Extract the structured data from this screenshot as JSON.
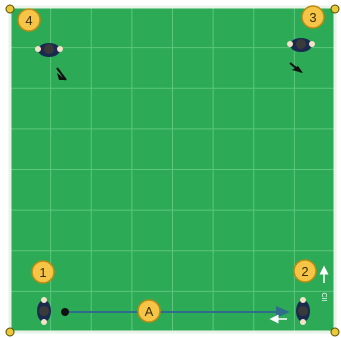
{
  "field": {
    "grass_color": "#2daa55",
    "grid_color": "#5cc67d",
    "line_color": "#e9f3ea",
    "corner_marker_color": "#e8c93a"
  },
  "players": [
    {
      "number": "1",
      "badge_color": "#f6c548",
      "body_color": "#1a2a4f"
    },
    {
      "number": "2",
      "badge_color": "#f6c548",
      "body_color": "#1a2a4f"
    },
    {
      "number": "3",
      "badge_color": "#f6c548",
      "body_color": "#1a2a4f"
    },
    {
      "number": "4",
      "badge_color": "#f6c548",
      "body_color": "#1a2a4f"
    }
  ],
  "action": {
    "label": "A",
    "pass_color": "#2e6e8c"
  },
  "text_mark": "CII"
}
